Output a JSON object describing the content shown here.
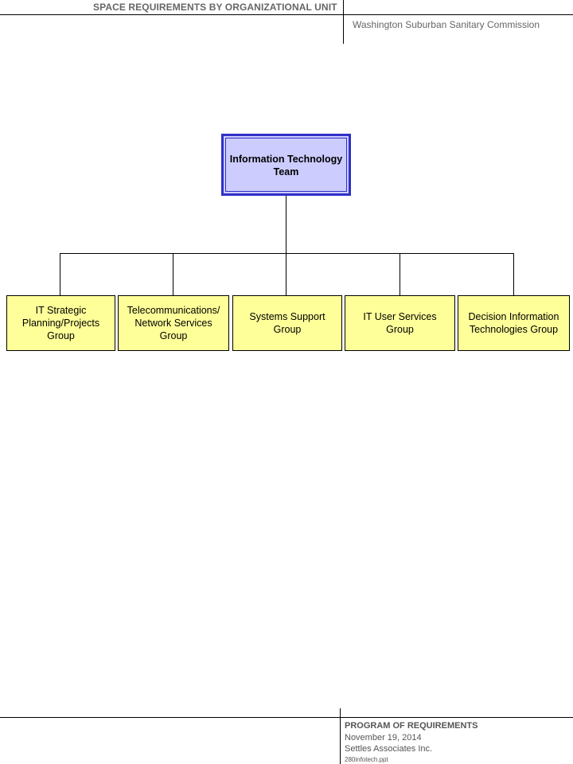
{
  "header": {
    "title": "SPACE REQUIREMENTS BY ORGANIZATIONAL UNIT",
    "organization": "Washington Suburban Sanitary Commission"
  },
  "chart": {
    "root": {
      "label": "Information Technology Team"
    },
    "children": [
      {
        "label": "IT Strategic\nPlanning/Projects\nGroup"
      },
      {
        "label": "Telecommunications/\nNetwork Services\nGroup"
      },
      {
        "label": "Systems Support\nGroup"
      },
      {
        "label": "IT User Services\nGroup"
      },
      {
        "label": "Decision Information\nTechnologies Group"
      }
    ]
  },
  "footer": {
    "program": "PROGRAM OF REQUIREMENTS",
    "date": "November 19, 2014",
    "company": "Settles Associates Inc.",
    "file": "280infotech.ppt"
  },
  "colors": {
    "root_fill": "#ccccff",
    "root_border": "#3030c8",
    "group_fill": "#ffff99"
  }
}
